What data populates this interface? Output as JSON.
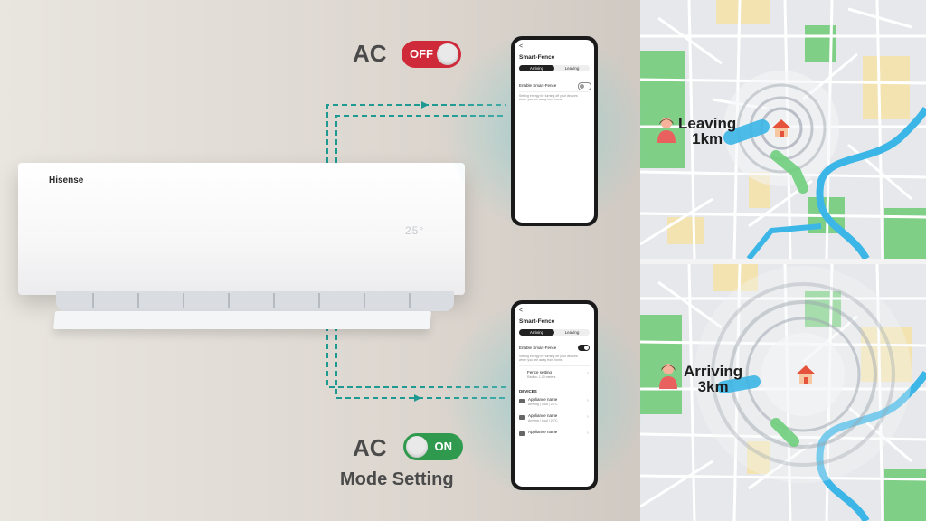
{
  "ac_unit": {
    "brand": "Hisense",
    "display_temp": "25°"
  },
  "ac_off": {
    "label": "AC",
    "toggle": "OFF"
  },
  "ac_on": {
    "label": "AC",
    "toggle": "ON",
    "caption": "Mode Setting"
  },
  "phone_top": {
    "back": "<",
    "title": "Smart-Fence",
    "tabs": [
      "Arriving",
      "Leaving"
    ],
    "active_tab": "Arriving",
    "enable_label": "Enable Smart-Fence",
    "enable_on": false,
    "hint": "Setting energy for turning off your devices when you are away from home."
  },
  "phone_bottom": {
    "back": "<",
    "title": "Smart-Fence",
    "tabs": [
      "Arriving",
      "Leaving"
    ],
    "active_tab": "Arriving",
    "enable_label": "Enable Smart-Fence",
    "enable_on": true,
    "hint": "Setting energy for turning off your devices when you are away from home.",
    "fence_setting": "Fence setting",
    "fence_sub": "Radius: 1.00 meters",
    "devices_header": "DEVICES",
    "devices": [
      {
        "name": "Appliance name",
        "status": "Arriving | Cool | 26°C"
      },
      {
        "name": "Appliance name",
        "status": "Arriving | Cool | 26°C"
      },
      {
        "name": "Appliance name",
        "status": ""
      }
    ]
  },
  "map_top": {
    "line1": "Leaving",
    "line2": "1km"
  },
  "map_bottom": {
    "line1": "Arriving",
    "line2": "3km"
  },
  "colors": {
    "off_red": "#cf2a3a",
    "on_green": "#2f9a4e",
    "teal_dash": "#1f9a93",
    "park_green": "#7fcf85",
    "water_blue": "#3bb7e8",
    "block_yellow": "#f4e2ad"
  }
}
